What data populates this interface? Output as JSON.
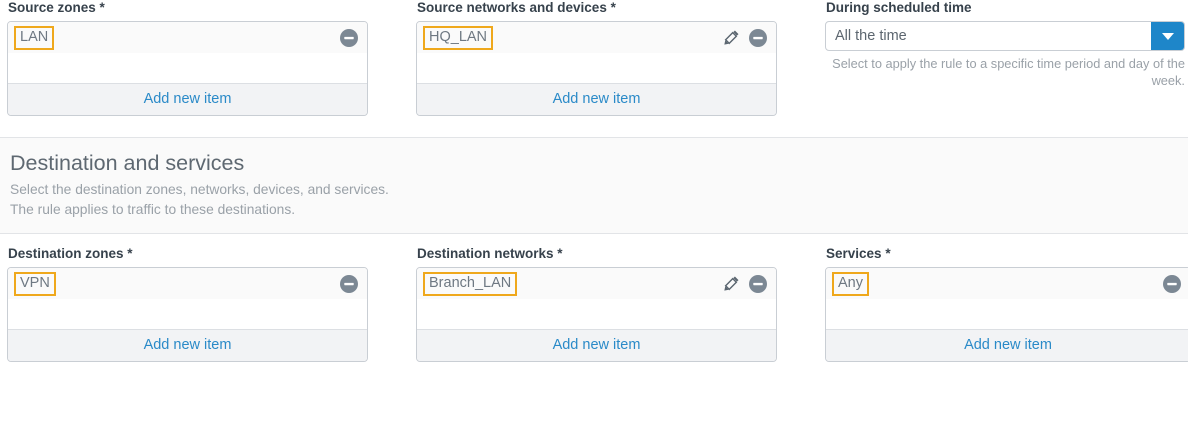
{
  "source_section": {
    "fields": [
      {
        "label": "Source zones",
        "required_marker": "*",
        "type": "listbox",
        "items": [
          {
            "value": "LAN",
            "has_edit": false,
            "has_remove": true,
            "edit_icon": "pencil-icon",
            "remove_icon": "remove-circle-icon"
          }
        ],
        "add_label": "Add new item"
      },
      {
        "label": "Source networks and devices",
        "required_marker": "*",
        "type": "listbox",
        "items": [
          {
            "value": "HQ_LAN",
            "has_edit": true,
            "has_remove": true,
            "edit_icon": "pencil-icon",
            "remove_icon": "remove-circle-icon"
          }
        ],
        "add_label": "Add new item"
      },
      {
        "label": "During scheduled time",
        "required_marker": "",
        "type": "select",
        "selected": "All the time",
        "arrow_icon": "chevron-down-icon",
        "hint": "Select to apply the rule to a specific time period and day of the week."
      }
    ]
  },
  "destination_section": {
    "title": "Destination and services",
    "subtitle_line1": "Select the destination zones, networks, devices, and services.",
    "subtitle_line2": "The rule applies to traffic to these destinations.",
    "fields": [
      {
        "label": "Destination zones",
        "required_marker": "*",
        "type": "listbox",
        "items": [
          {
            "value": "VPN",
            "has_edit": false,
            "has_remove": true,
            "edit_icon": "pencil-icon",
            "remove_icon": "remove-circle-icon"
          }
        ],
        "add_label": "Add new item"
      },
      {
        "label": "Destination networks",
        "required_marker": "*",
        "type": "listbox",
        "items": [
          {
            "value": "Branch_LAN",
            "has_edit": true,
            "has_remove": true,
            "edit_icon": "pencil-icon",
            "remove_icon": "remove-circle-icon"
          }
        ],
        "add_label": "Add new item"
      },
      {
        "label": "Services",
        "required_marker": "*",
        "type": "listbox",
        "items": [
          {
            "value": "Any",
            "has_edit": false,
            "has_remove": true,
            "edit_icon": "pencil-icon",
            "remove_icon": "remove-circle-icon"
          }
        ],
        "add_label": "Add new item"
      }
    ]
  },
  "colors": {
    "chip_outline": "#efa81c",
    "link_blue": "#2a8ac8",
    "select_button_blue": "#1e86c9",
    "label_text": "#37424c",
    "muted_text": "#9aa1a8",
    "box_border": "#c9ced4"
  }
}
